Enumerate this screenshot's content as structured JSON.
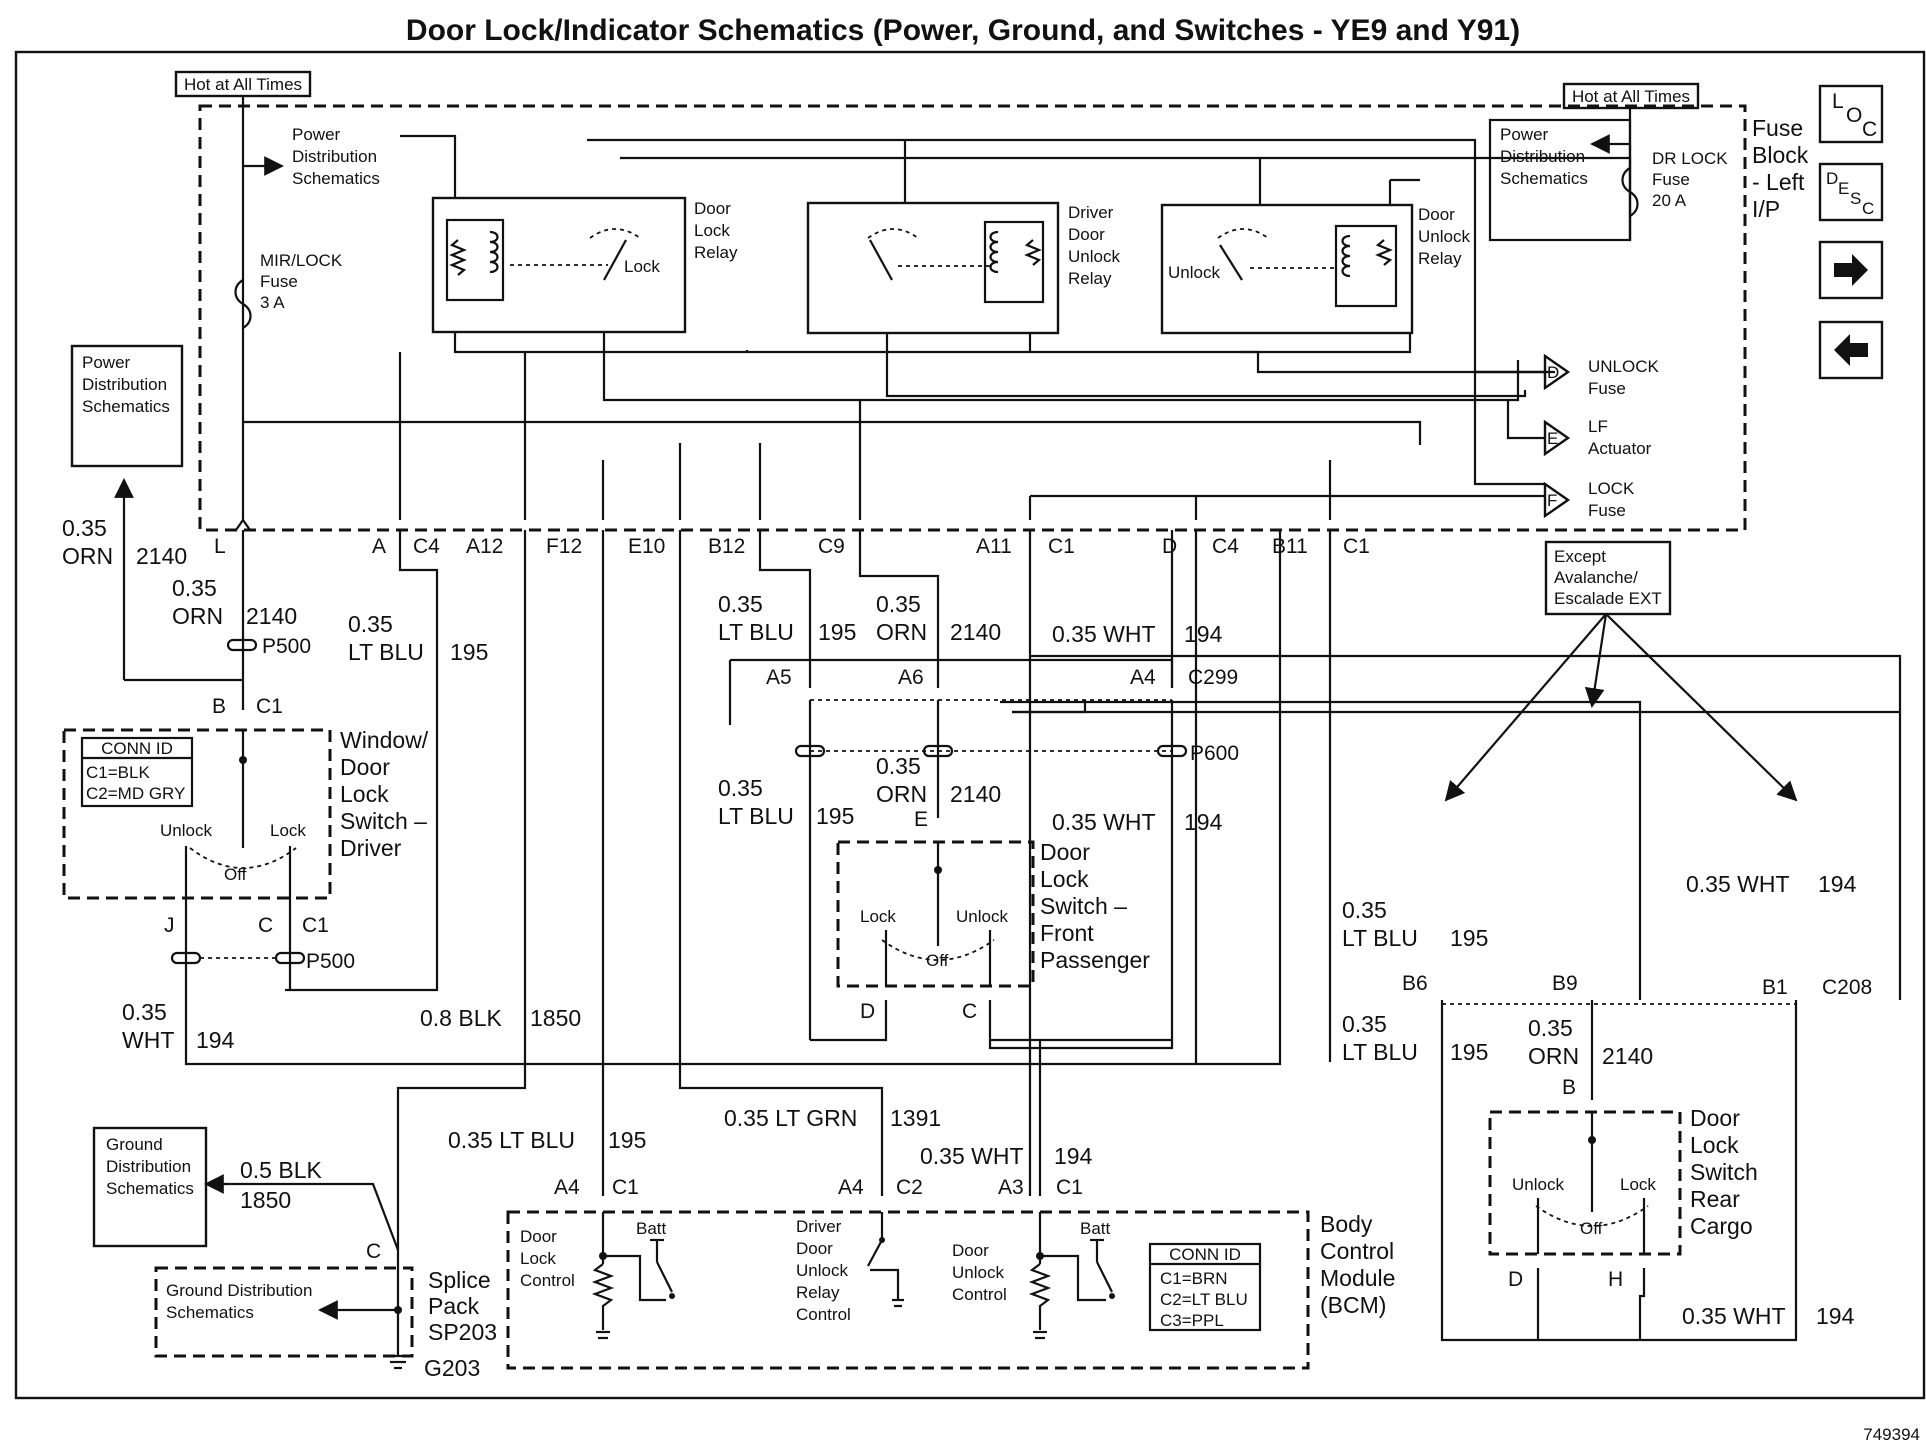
{
  "title": "Door Lock/Indicator Schematics (Power, Ground, and Switches - YE9 and Y91)",
  "hot_left": "Hot at All Times",
  "hot_right": "Hot at All Times",
  "fuse_block": [
    "Fuse",
    "Block",
    "- Left",
    "I/P"
  ],
  "pds_top": [
    "Power",
    "Distribution",
    "Schematics"
  ],
  "pds_right": [
    "Power",
    "Distribution",
    "Schematics"
  ],
  "pds_left": [
    "Power",
    "Distribution",
    "Schematics"
  ],
  "mirlock_fuse": [
    "MIR/LOCK",
    "Fuse",
    "3 A"
  ],
  "drlock_fuse": [
    "DR LOCK",
    "Fuse",
    "20 A"
  ],
  "relays": {
    "door_lock": [
      "Door",
      "Lock",
      "Relay"
    ],
    "driver_unlock": [
      "Driver",
      "Door",
      "Unlock",
      "Relay"
    ],
    "door_unlock": [
      "Door",
      "Unlock",
      "Relay"
    ],
    "lock_label": "Lock",
    "unlock_label": "Unlock"
  },
  "offpage": {
    "d_letter": "D",
    "d_line1": "UNLOCK",
    "d_line2": "Fuse",
    "e_letter": "E",
    "e_line1": "LF",
    "e_line2": "Actuator",
    "f_letter": "F",
    "f_line1": "LOCK",
    "f_line2": "Fuse"
  },
  "terminals": {
    "l": "L",
    "a": "A",
    "c4a": "C4",
    "a12": "A12",
    "f12": "F12",
    "e10": "E10",
    "b12": "B12",
    "c9": "C9",
    "a11": "A11",
    "c1a": "C1",
    "d": "D",
    "c4b": "C4",
    "b11": "B11",
    "c1b": "C1"
  },
  "wires": {
    "orn2140_a": [
      "0.35",
      "ORN",
      "2140"
    ],
    "orn2140_b": [
      "0.35",
      "ORN",
      "2140"
    ],
    "ltblu195_a": [
      "0.35",
      "LT BLU",
      "195"
    ],
    "ltblu195_b": [
      "0.35",
      "LT BLU",
      "195"
    ],
    "orn2140_c": [
      "0.35",
      "ORN",
      "2140"
    ],
    "wht194_a": [
      "0.35 WHT",
      "194"
    ],
    "ltblu195_c": [
      "0.35",
      "LT BLU",
      "195"
    ],
    "orn2140_d": [
      "0.35",
      "ORN",
      "2140"
    ],
    "wht194_b": [
      "0.35 WHT",
      "194"
    ],
    "wht194_c": [
      "0.35",
      "WHT",
      "194"
    ],
    "blk1850": [
      "0.8 BLK",
      "1850"
    ],
    "blk1850_b": [
      "0.5 BLK",
      "1850"
    ],
    "ltblu195_d": [
      "0.35 LT BLU",
      "195"
    ],
    "ltgrn1391": [
      "0.35 LT GRN",
      "1391"
    ],
    "wht194_d": [
      "0.35 WHT",
      "194"
    ],
    "wht194_e": [
      "0.35 WHT",
      "194"
    ],
    "ltblu195_e": [
      "0.35",
      "LT BLU",
      "195"
    ],
    "ltblu195_f": [
      "0.35",
      "LT BLU",
      "195"
    ],
    "orn2140_e": [
      "0.35",
      "ORN",
      "2140"
    ],
    "wht194_f": [
      "0.35 WHT",
      "194"
    ]
  },
  "connectors": {
    "p500": "P500",
    "p500b": "P500",
    "b": "B",
    "c1": "C1",
    "j": "J",
    "c": "C",
    "c1b": "C1",
    "a5": "A5",
    "a6": "A6",
    "a4": "A4",
    "c299": "C299",
    "p600": "P600",
    "e": "E",
    "d": "D",
    "c_": "C",
    "b6": "B6",
    "b9": "B9",
    "b1": "B1",
    "c208": "C208",
    "b_": "B",
    "d2": "D",
    "h": "H"
  },
  "driver_switch": {
    "conn_title": "CONN ID",
    "c1": "C1=BLK",
    "c2": "C2=MD GRY",
    "unlock": "Unlock",
    "lock": "Lock",
    "off": "Off",
    "label": [
      "Window/",
      "Door",
      "Lock",
      "Switch –",
      "Driver"
    ]
  },
  "passenger_switch": {
    "lock": "Lock",
    "unlock": "Unlock",
    "off": "Off",
    "label": [
      "Door",
      "Lock",
      "Switch –",
      "Front",
      "Passenger"
    ]
  },
  "rear_switch": {
    "unlock": "Unlock",
    "lock": "Lock",
    "off": "Off",
    "label": [
      "Door",
      "Lock",
      "Switch",
      "Rear",
      "Cargo"
    ]
  },
  "except_note": [
    "Except",
    "Avalanche/",
    "Escalade EXT"
  ],
  "gds_left": [
    "Ground",
    "Distribution",
    "Schematics"
  ],
  "gds_splice": [
    "Ground Distribution",
    "Schematics"
  ],
  "splice": {
    "c": "C",
    "label": [
      "Splice",
      "Pack",
      "SP203"
    ],
    "g203": "G203"
  },
  "bcm": {
    "a4": "A4",
    "c1": "C1",
    "a4b": "A4",
    "c2": "C2",
    "a3": "A3",
    "c1b": "C1",
    "door_lock_control": [
      "Door",
      "Lock",
      "Control"
    ],
    "batt": "Batt",
    "driver_unlock_relay": [
      "Driver",
      "Door",
      "Unlock",
      "Relay",
      "Control"
    ],
    "door_unlock_control": [
      "Door",
      "Unlock",
      "Control"
    ],
    "batt2": "Batt",
    "conn_title": "CONN ID",
    "c1_id": "C1=BRN",
    "c2_id": "C2=LT BLU",
    "c3_id": "C3=PPL",
    "label": [
      "Body",
      "Control",
      "Module",
      "(BCM)"
    ]
  },
  "nav": {
    "loc": [
      "L",
      "O",
      "C"
    ],
    "desc": [
      "D",
      "E",
      "S",
      "C"
    ],
    "next": "next-arrow-icon",
    "prev": "prev-arrow-icon"
  },
  "figure_id": "749394"
}
